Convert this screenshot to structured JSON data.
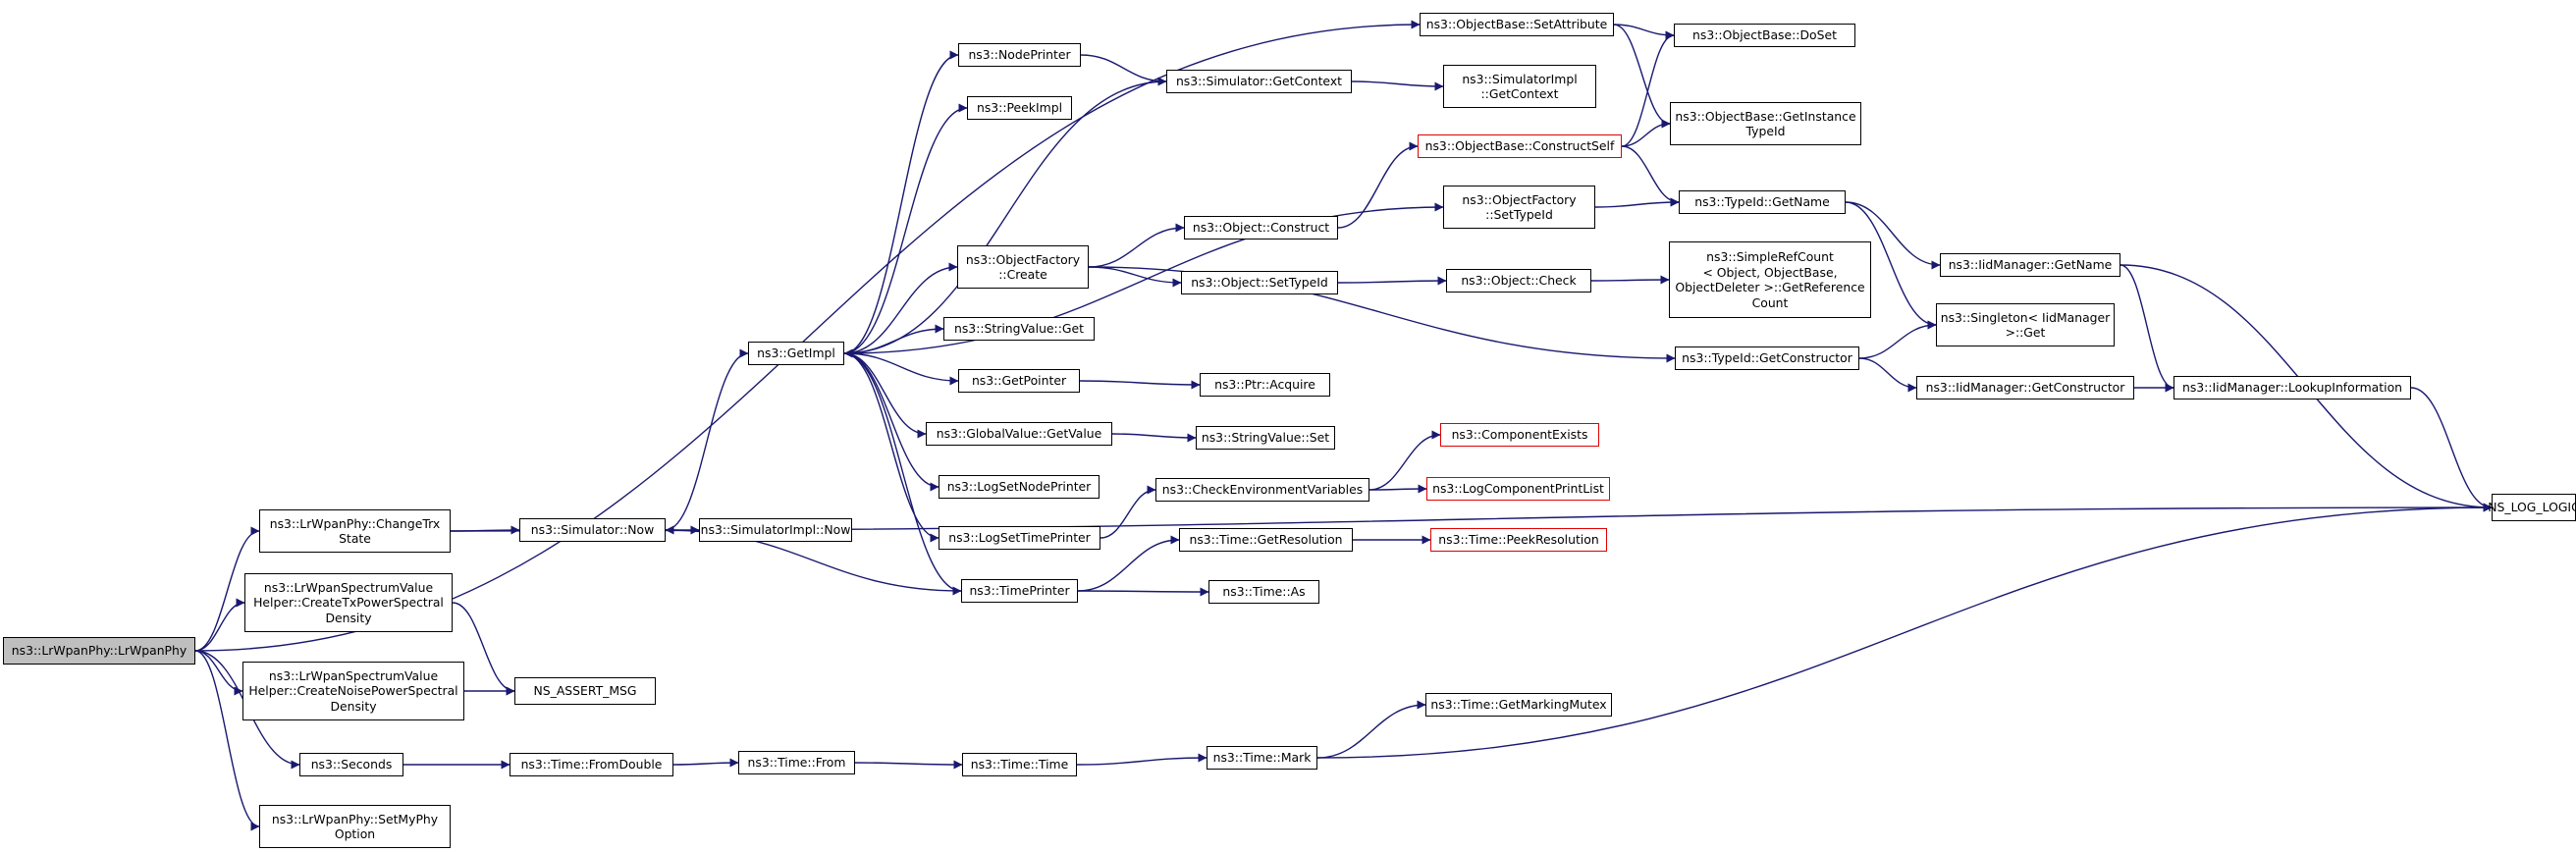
{
  "colors": {
    "edge": "#191970",
    "normal_border": "#000000",
    "incomplete_border": "#e00000",
    "root_fill": "#bfbfbf"
  },
  "nodes": [
    {
      "id": "root",
      "label": "ns3::LrWpanPhy::LrWpanPhy",
      "style": "root"
    },
    {
      "id": "changetrx",
      "label": "ns3::LrWpanPhy::ChangeTrx\nState",
      "style": "normal"
    },
    {
      "id": "txpsd",
      "label": "ns3::LrWpanSpectrumValue\nHelper::CreateTxPowerSpectral\nDensity",
      "style": "normal"
    },
    {
      "id": "noisepsd",
      "label": "ns3::LrWpanSpectrumValue\nHelper::CreateNoisePowerSpectral\nDensity",
      "style": "normal"
    },
    {
      "id": "seconds",
      "label": "ns3::Seconds",
      "style": "normal"
    },
    {
      "id": "setmyphy",
      "label": "ns3::LrWpanPhy::SetMyPhy\nOption",
      "style": "normal"
    },
    {
      "id": "simnow",
      "label": "ns3::Simulator::Now",
      "style": "normal"
    },
    {
      "id": "assert",
      "label": "NS_ASSERT_MSG",
      "style": "normal"
    },
    {
      "id": "fromdouble",
      "label": "ns3::Time::FromDouble",
      "style": "normal"
    },
    {
      "id": "getimpl",
      "label": "ns3::GetImpl",
      "style": "normal"
    },
    {
      "id": "simimplnow",
      "label": "ns3::SimulatorImpl::Now",
      "style": "normal"
    },
    {
      "id": "from",
      "label": "ns3::Time::From",
      "style": "normal"
    },
    {
      "id": "nodeprinter",
      "label": "ns3::NodePrinter",
      "style": "normal"
    },
    {
      "id": "peekimpl",
      "label": "ns3::PeekImpl",
      "style": "normal"
    },
    {
      "id": "objfactcreate",
      "label": "ns3::ObjectFactory\n::Create",
      "style": "normal"
    },
    {
      "id": "strvalget",
      "label": "ns3::StringValue::Get",
      "style": "normal"
    },
    {
      "id": "getpointer",
      "label": "ns3::GetPointer",
      "style": "normal"
    },
    {
      "id": "globalvalget",
      "label": "ns3::GlobalValue::GetValue",
      "style": "normal"
    },
    {
      "id": "logsetnode",
      "label": "ns3::LogSetNodePrinter",
      "style": "normal"
    },
    {
      "id": "logsettime",
      "label": "ns3::LogSetTimePrinter",
      "style": "normal"
    },
    {
      "id": "timeprinter",
      "label": "ns3::TimePrinter",
      "style": "normal"
    },
    {
      "id": "timetime",
      "label": "ns3::Time::Time",
      "style": "normal"
    },
    {
      "id": "simgetctx",
      "label": "ns3::Simulator::GetContext",
      "style": "normal"
    },
    {
      "id": "objconstruct",
      "label": "ns3::Object::Construct",
      "style": "normal"
    },
    {
      "id": "objsettypeid",
      "label": "ns3::Object::SetTypeId",
      "style": "normal"
    },
    {
      "id": "ptracquire",
      "label": "ns3::Ptr::Acquire",
      "style": "normal"
    },
    {
      "id": "strvalset",
      "label": "ns3::StringValue::Set",
      "style": "normal"
    },
    {
      "id": "checkenv",
      "label": "ns3::CheckEnvironmentVariables",
      "style": "normal"
    },
    {
      "id": "timegetres",
      "label": "ns3::Time::GetResolution",
      "style": "normal"
    },
    {
      "id": "timeas",
      "label": "ns3::Time::As",
      "style": "normal"
    },
    {
      "id": "timemark",
      "label": "ns3::Time::Mark",
      "style": "normal"
    },
    {
      "id": "objbasesetattr",
      "label": "ns3::ObjectBase::SetAttribute",
      "style": "normal"
    },
    {
      "id": "simimplgetctx",
      "label": "ns3::SimulatorImpl\n::GetContext",
      "style": "normal"
    },
    {
      "id": "constructself",
      "label": "ns3::ObjectBase::ConstructSelf",
      "style": "incomplete"
    },
    {
      "id": "objfactsettypeid",
      "label": "ns3::ObjectFactory\n::SetTypeId",
      "style": "normal"
    },
    {
      "id": "objcheck",
      "label": "ns3::Object::Check",
      "style": "normal"
    },
    {
      "id": "compexists",
      "label": "ns3::ComponentExists",
      "style": "incomplete"
    },
    {
      "id": "logcompprint",
      "label": "ns3::LogComponentPrintList",
      "style": "incomplete"
    },
    {
      "id": "peekres",
      "label": "ns3::Time::PeekResolution",
      "style": "incomplete"
    },
    {
      "id": "getmarkingmutex",
      "label": "ns3::Time::GetMarkingMutex",
      "style": "normal"
    },
    {
      "id": "doset",
      "label": "ns3::ObjectBase::DoSet",
      "style": "normal"
    },
    {
      "id": "getinsttypeid",
      "label": "ns3::ObjectBase::GetInstance\nTypeId",
      "style": "normal"
    },
    {
      "id": "typeidgetname",
      "label": "ns3::TypeId::GetName",
      "style": "normal"
    },
    {
      "id": "simplerefcount",
      "label": "ns3::SimpleRefCount\n< Object, ObjectBase,\nObjectDeleter >::GetReference\nCount",
      "style": "normal"
    },
    {
      "id": "typeidgetctor",
      "label": "ns3::TypeId::GetConstructor",
      "style": "normal"
    },
    {
      "id": "iidgetname",
      "label": "ns3::IidManager::GetName",
      "style": "normal"
    },
    {
      "id": "singletonget",
      "label": "ns3::Singleton< IidManager\n>::Get",
      "style": "normal"
    },
    {
      "id": "iidgetctor",
      "label": "ns3::IidManager::GetConstructor",
      "style": "normal"
    },
    {
      "id": "iidlookup",
      "label": "ns3::IidManager::LookupInformation",
      "style": "normal"
    },
    {
      "id": "nslog",
      "label": "NS_LOG_LOGIC",
      "style": "normal"
    }
  ],
  "edges": [
    [
      "root",
      "objbasesetattr"
    ],
    [
      "root",
      "changetrx"
    ],
    [
      "root",
      "txpsd"
    ],
    [
      "root",
      "noisepsd"
    ],
    [
      "root",
      "seconds"
    ],
    [
      "root",
      "setmyphy"
    ],
    [
      "changetrx",
      "simnow"
    ],
    [
      "changetrx",
      "nslog"
    ],
    [
      "txpsd",
      "assert"
    ],
    [
      "noisepsd",
      "assert"
    ],
    [
      "seconds",
      "fromdouble"
    ],
    [
      "fromdouble",
      "from"
    ],
    [
      "from",
      "timetime"
    ],
    [
      "timetime",
      "timemark"
    ],
    [
      "timemark",
      "getmarkingmutex"
    ],
    [
      "timemark",
      "nslog"
    ],
    [
      "simnow",
      "getimpl"
    ],
    [
      "simnow",
      "simimplnow"
    ],
    [
      "getimpl",
      "nodeprinter"
    ],
    [
      "getimpl",
      "peekimpl"
    ],
    [
      "getimpl",
      "objfactcreate"
    ],
    [
      "getimpl",
      "objfactsettypeid"
    ],
    [
      "getimpl",
      "strvalget"
    ],
    [
      "getimpl",
      "getpointer"
    ],
    [
      "getimpl",
      "globalvalget"
    ],
    [
      "getimpl",
      "logsetnode"
    ],
    [
      "getimpl",
      "logsettime"
    ],
    [
      "getimpl",
      "timeprinter"
    ],
    [
      "simgetctx",
      "getimpl"
    ],
    [
      "timeprinter",
      "simnow"
    ],
    [
      "nodeprinter",
      "simgetctx"
    ],
    [
      "simgetctx",
      "simimplgetctx"
    ],
    [
      "objfactcreate",
      "objconstruct"
    ],
    [
      "objfactcreate",
      "objsettypeid"
    ],
    [
      "objfactcreate",
      "typeidgetctor"
    ],
    [
      "objconstruct",
      "constructself"
    ],
    [
      "objsettypeid",
      "objcheck"
    ],
    [
      "objcheck",
      "simplerefcount"
    ],
    [
      "getpointer",
      "ptracquire"
    ],
    [
      "globalvalget",
      "strvalset"
    ],
    [
      "logsettime",
      "checkenv"
    ],
    [
      "checkenv",
      "compexists"
    ],
    [
      "checkenv",
      "logcompprint"
    ],
    [
      "timeprinter",
      "timegetres"
    ],
    [
      "timeprinter",
      "timeas"
    ],
    [
      "timegetres",
      "peekres"
    ],
    [
      "objbasesetattr",
      "doset"
    ],
    [
      "objbasesetattr",
      "getinsttypeid"
    ],
    [
      "constructself",
      "doset"
    ],
    [
      "constructself",
      "getinsttypeid"
    ],
    [
      "constructself",
      "typeidgetname"
    ],
    [
      "objfactsettypeid",
      "typeidgetname"
    ],
    [
      "typeidgetname",
      "iidgetname"
    ],
    [
      "typeidgetname",
      "singletonget"
    ],
    [
      "typeidgetctor",
      "singletonget"
    ],
    [
      "typeidgetctor",
      "iidgetctor"
    ],
    [
      "iidgetname",
      "iidlookup"
    ],
    [
      "iidgetname",
      "nslog"
    ],
    [
      "iidgetctor",
      "iidlookup"
    ],
    [
      "iidlookup",
      "nslog"
    ]
  ]
}
